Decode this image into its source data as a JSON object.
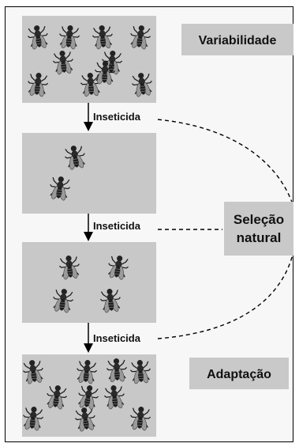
{
  "stages": [
    {
      "id": "variability",
      "fly_count": 10
    },
    {
      "id": "after-1",
      "fly_count": 2
    },
    {
      "id": "after-2",
      "fly_count": 4
    },
    {
      "id": "adaptation",
      "fly_count": 10
    }
  ],
  "arrow_label": "Inseticida",
  "labels": {
    "variabilidade": "Variabilidade",
    "selecao_line1": "Seleção",
    "selecao_line2": "natural",
    "adaptacao": "Adaptação"
  },
  "colors": {
    "panel": "#c8c8c8",
    "label_box": "#c9c9c9",
    "fly": "#222222",
    "wing": "#9a9a9a"
  },
  "icon": "fly-icon"
}
